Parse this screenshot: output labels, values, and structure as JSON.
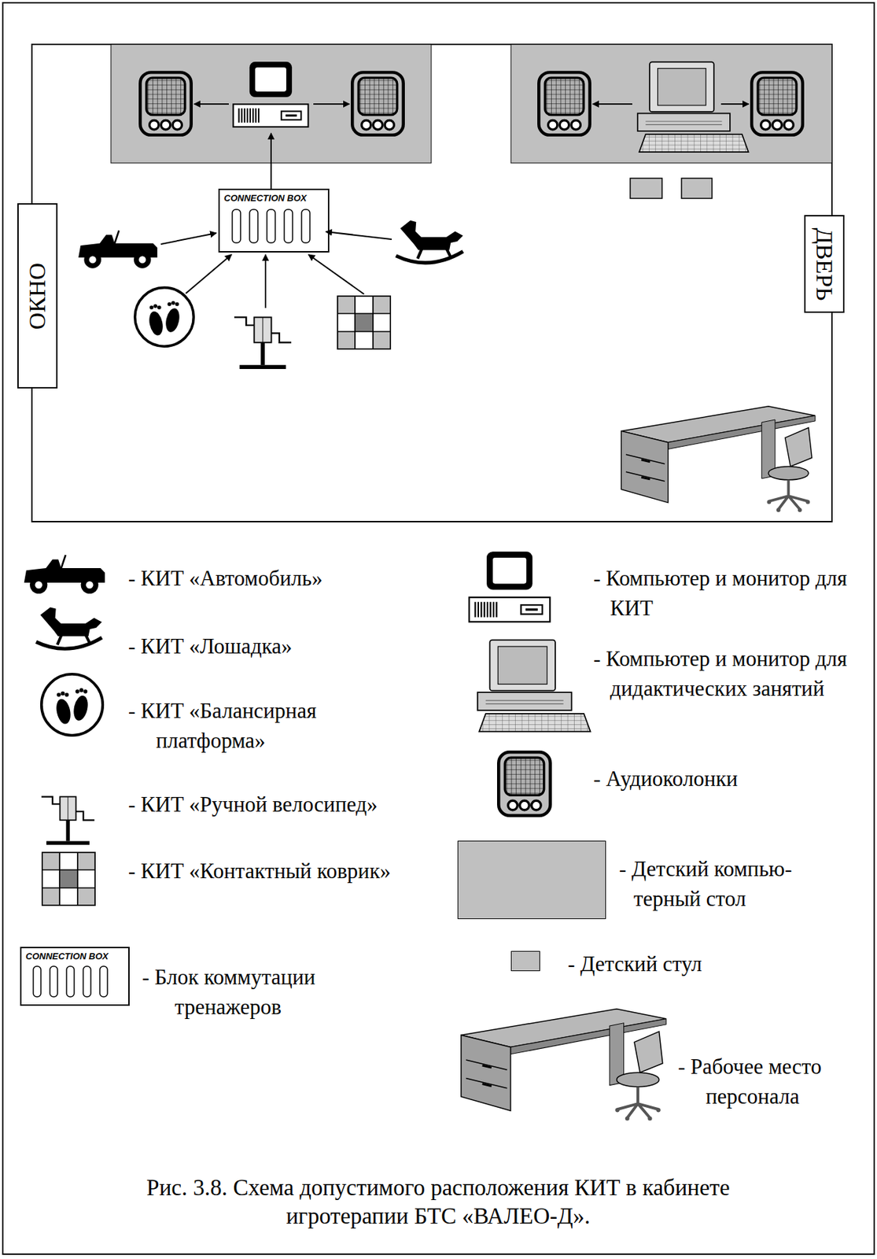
{
  "diagram": {
    "caption": "Рис. 3.8. Схема допустимого расположения КИТ в кабинете игротерапии БТС «ВАЛЕО-Д».",
    "nodes": [
      {
        "text": [
          "ОКНО"
        ]
      },
      {
        "text": [
          "CONNECTION BOX"
        ]
      },
      {
        "text": [
          "ДВЕРЬ"
        ]
      },
      {
        "text": [
          "CONNECTION BOX"
        ]
      }
    ],
    "legend": [
      {
        "text": "- КИТ «Автомобиль»"
      },
      {
        "text": "- Компьютер и монитор для КИТ"
      },
      {
        "text": "- КИТ «Лошадка»"
      },
      {
        "text": "- Компьютер и монитор для дидактических занятий"
      },
      {
        "text": "- КИТ «Балансирная платформа»"
      },
      {
        "text": "- Аудиоколонки"
      },
      {
        "text": "- КИТ «Ручной велосипед»"
      },
      {
        "text": "- КИТ «Контактный коврик»"
      },
      {
        "text": "- Детский компью- терный стол",
        "color": "#c0c0c0"
      },
      {
        "text": "- Блок коммутации тренажеров"
      },
      {
        "text": "- Детский стул",
        "color": "#c0c0c0"
      },
      {
        "text": "- Рабочее место персонала"
      }
    ]
  }
}
